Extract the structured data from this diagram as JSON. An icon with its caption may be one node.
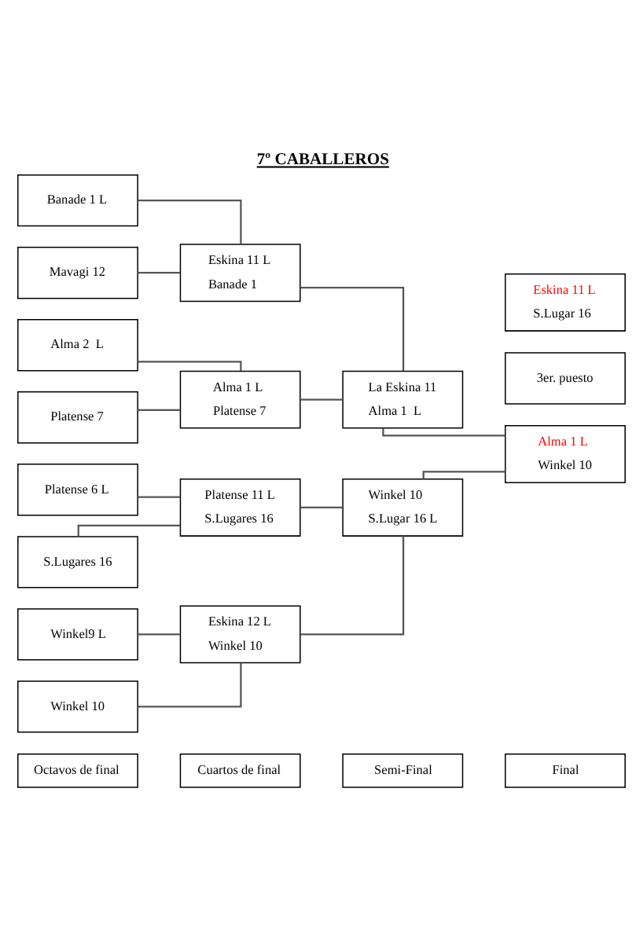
{
  "diagram": {
    "title": "7º CABALLEROS",
    "nodes": [
      {
        "text": [
          "Octavos de final"
        ]
      },
      {
        "text": [
          "Cuartos de final"
        ]
      },
      {
        "text": [
          "Semi-Final"
        ]
      },
      {
        "text": [
          "Final"
        ]
      },
      {
        "text": [
          "Banade 1 L"
        ]
      },
      {
        "text": [
          "Eskina 11 L",
          "Banade 1"
        ]
      },
      {
        "text": [
          "Mavagi 12"
        ]
      },
      {
        "text": [
          "La Eskina 11",
          "Alma 1  L"
        ]
      },
      {
        "text": [
          "Alma 2  L"
        ]
      },
      {
        "text": [
          "Alma 1 L",
          "Platense 7"
        ]
      },
      {
        "text": [
          "Platense 7"
        ]
      },
      {
        "text": [
          "Alma 1 L",
          "Winkel 10"
        ]
      },
      {
        "text": [
          "Winkel9 L"
        ]
      },
      {
        "text": [
          "Eskina 12 L",
          "Winkel 10"
        ]
      },
      {
        "text": [
          "Winkel 10"
        ]
      },
      {
        "text": [
          "Winkel 10",
          "S.Lugar 16 L"
        ]
      },
      {
        "text": [
          "Platense 6 L"
        ]
      },
      {
        "text": [
          "Platense 11 L",
          "S.Lugares 16"
        ]
      },
      {
        "text": [
          "S.Lugares 16"
        ]
      },
      {
        "text": [
          "3er. puesto"
        ]
      },
      {
        "text": [
          "Eskina 11 L",
          "S.Lugar 16"
        ]
      }
    ],
    "edges": [
      {
        "from": 4,
        "to": 5,
        "arrow": "none"
      },
      {
        "from": 6,
        "to": 5,
        "arrow": "none"
      },
      {
        "from": 5,
        "to": 7,
        "arrow": "none"
      },
      {
        "from": 8,
        "to": 9,
        "arrow": "none"
      },
      {
        "from": 10,
        "to": 9,
        "arrow": "none"
      },
      {
        "from": 9,
        "to": 7,
        "arrow": "none"
      },
      {
        "from": 7,
        "to": 11,
        "arrow": "none"
      },
      {
        "from": 12,
        "to": 13,
        "arrow": "none"
      },
      {
        "from": 14,
        "to": 13,
        "arrow": "none"
      },
      {
        "from": 13,
        "to": 15,
        "arrow": "none"
      },
      {
        "from": 16,
        "to": 17,
        "arrow": "none"
      },
      {
        "from": 18,
        "to": 17,
        "arrow": "none"
      },
      {
        "from": 17,
        "to": 15,
        "arrow": "none"
      },
      {
        "from": 15,
        "to": 11,
        "arrow": "none"
      }
    ]
  }
}
